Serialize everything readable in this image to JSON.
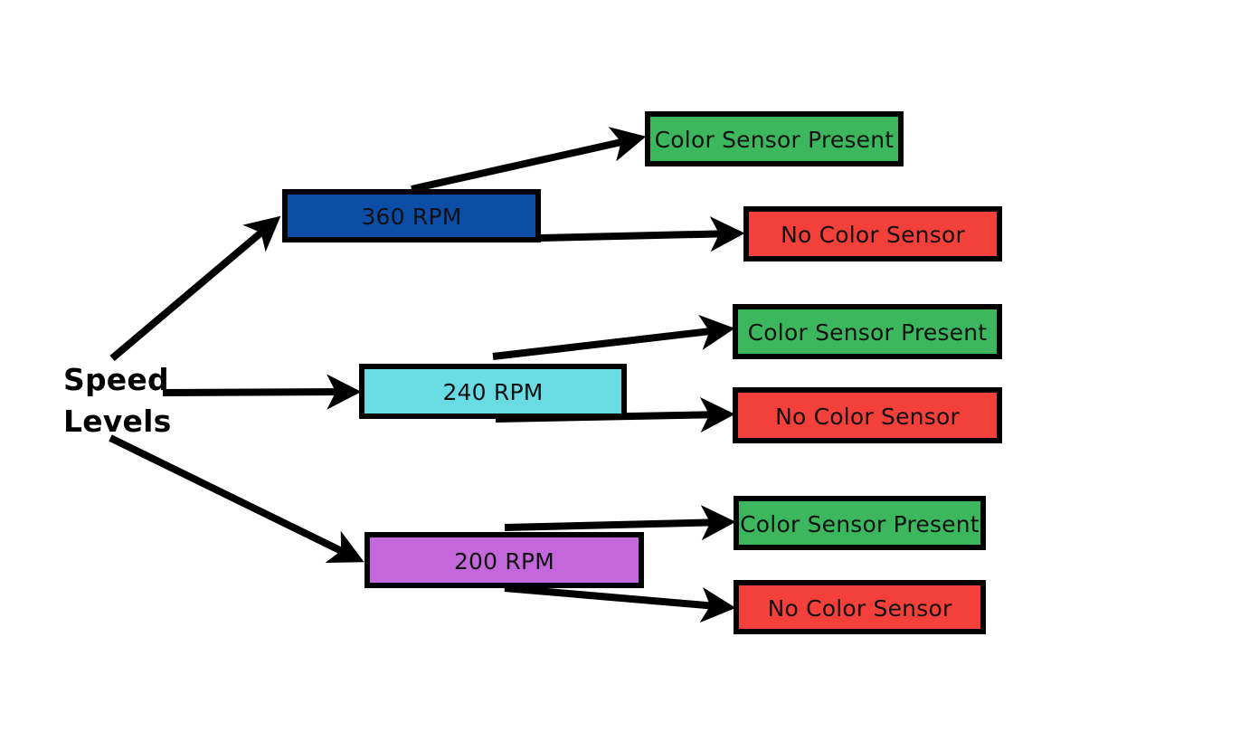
{
  "diagram": {
    "type": "flowchart",
    "title": "Speed Levels color sensor condition tree",
    "background_color": "#ffffff",
    "edge_color": "#000000",
    "border_color": "#000000",
    "root": {
      "label": "Speed\nLevels",
      "text_color": "#000000"
    },
    "speed_nodes": [
      {
        "id": "speed-360",
        "label": "360 RPM",
        "fill_color": "#0C4DA8",
        "text_color": "#111111"
      },
      {
        "id": "speed-240",
        "label": "240 RPM",
        "fill_color": "#68DCE2",
        "text_color": "#111111"
      },
      {
        "id": "speed-200",
        "label": "200 RPM",
        "fill_color": "#C466DC",
        "text_color": "#111111"
      }
    ],
    "outcome_nodes": [
      {
        "id": "outcome-360-present",
        "label": "Color Sensor Present",
        "fill_color": "#3CB75E",
        "text_color": "#111111",
        "parent": "speed-360"
      },
      {
        "id": "outcome-360-absent",
        "label": "No Color Sensor",
        "fill_color": "#F4403A",
        "text_color": "#111111",
        "parent": "speed-360"
      },
      {
        "id": "outcome-240-present",
        "label": "Color Sensor Present",
        "fill_color": "#3CB75E",
        "text_color": "#111111",
        "parent": "speed-240"
      },
      {
        "id": "outcome-240-absent",
        "label": "No Color Sensor",
        "fill_color": "#F4403A",
        "text_color": "#111111",
        "parent": "speed-240"
      },
      {
        "id": "outcome-200-present",
        "label": "Color Sensor Present",
        "fill_color": "#3CB75E",
        "text_color": "#111111",
        "parent": "speed-200"
      },
      {
        "id": "outcome-200-absent",
        "label": "No Color Sensor",
        "fill_color": "#F4403A",
        "text_color": "#111111",
        "parent": "speed-200"
      }
    ],
    "edges": [
      {
        "id": "edge-root-360",
        "from": "Speed Levels",
        "to": "360 RPM"
      },
      {
        "id": "edge-root-240",
        "from": "Speed Levels",
        "to": "240 RPM"
      },
      {
        "id": "edge-root-200",
        "from": "Speed Levels",
        "to": "200 RPM"
      },
      {
        "id": "edge-360-present",
        "from": "360 RPM",
        "to": "Color Sensor Present"
      },
      {
        "id": "edge-360-absent",
        "from": "360 RPM",
        "to": "No Color Sensor"
      },
      {
        "id": "edge-240-present",
        "from": "240 RPM",
        "to": "Color Sensor Present"
      },
      {
        "id": "edge-240-absent",
        "from": "240 RPM",
        "to": "No Color Sensor"
      },
      {
        "id": "edge-200-present",
        "from": "200 RPM",
        "to": "Color Sensor Present"
      },
      {
        "id": "edge-200-absent",
        "from": "200 RPM",
        "to": "No Color Sensor"
      }
    ]
  }
}
